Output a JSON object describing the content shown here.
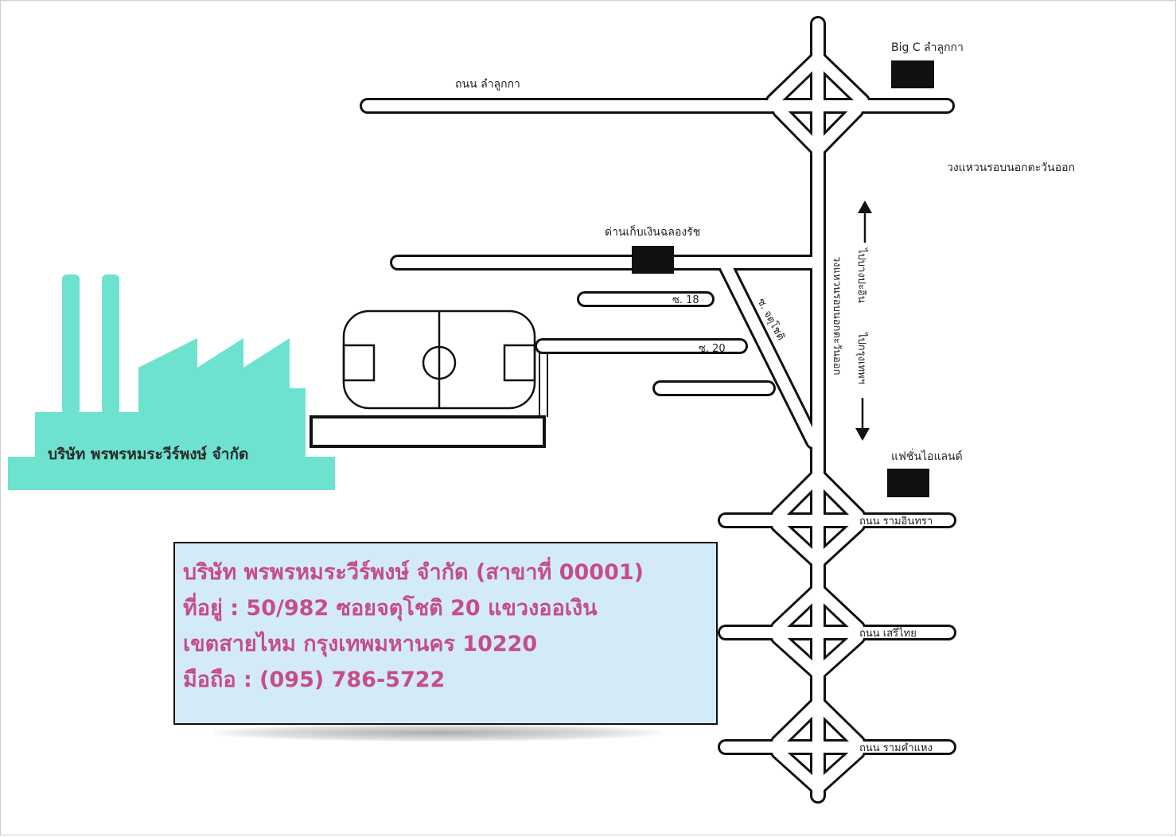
{
  "company_graphic": {
    "label": "บริษัท พรพรหมระวีร์พงษ์ จำกัด",
    "color": "#6de2cf"
  },
  "map_labels": {
    "road_lamlukka": "ถนน ลำลูกกา",
    "big_c": "Big C ลำลูกกา",
    "ring_road_east_h": "วงแหวนรอบนอกตะวันออก",
    "ring_road_east_v": "วงแหวนรอบนอกตะวันออก",
    "toll_plaza": "ด่านเก็บเงินฉลองรัช",
    "soi_18": "ซ. 18",
    "soi_20": "ซ. 20",
    "soi_jatujot": "ซ. จตุโชติ",
    "to_bang_pa_in": "ไปบางปะอิน",
    "to_bangkok": "ไปกรุงเทพฯ",
    "fashion_island": "แฟชั่นไอแลนด์",
    "road_ram_inthra": "ถนน รามอินทรา",
    "road_seri_thai": "ถนน เสรีไทย",
    "road_ramkhamhaeng": "ถนน รามคำแหง"
  },
  "info_box": {
    "line1": "บริษัท พรพรหมระวีร์พงษ์ จำกัด (สาขาที่ 00001)",
    "line2": "ที่อยู่ : 50/982 ซอยจตุโชติ 20  แขวงออเงิน",
    "line3": "เขตสายไหม  กรุงเทพมหานคร  10220",
    "line4": "มือถือ : (095) 786-5722",
    "background": "#d3ebf9",
    "text_color": "#c64d86"
  }
}
